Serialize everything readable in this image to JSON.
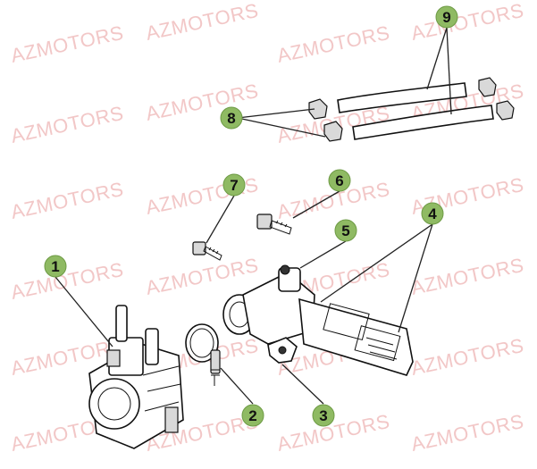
{
  "watermark": {
    "text": "AZMOTORS"
  },
  "callouts": [
    {
      "id": "1",
      "label": "1"
    },
    {
      "id": "2",
      "label": "2"
    },
    {
      "id": "3",
      "label": "3"
    },
    {
      "id": "4",
      "label": "4"
    },
    {
      "id": "5",
      "label": "5"
    },
    {
      "id": "6",
      "label": "6"
    },
    {
      "id": "7",
      "label": "7"
    },
    {
      "id": "8",
      "label": "8"
    },
    {
      "id": "9",
      "label": "9"
    }
  ],
  "colors": {
    "callout_fill": "#8fba63",
    "watermark": "#f2c7c7",
    "line": "#111111"
  }
}
